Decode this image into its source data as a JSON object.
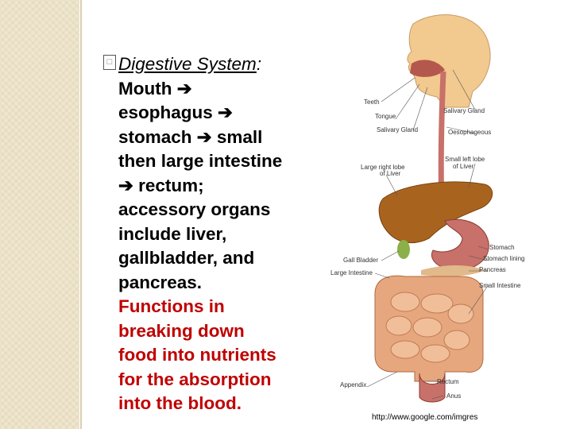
{
  "slide": {
    "bullet_glyph": "□",
    "heading": "Digestive System",
    "heading_colon": ":",
    "line1": "Mouth ",
    "line2": "esophagus ",
    "line3a": "stomach ",
    "line3b": " small",
    "line4": "then large intestine",
    "line5": " rectum;",
    "line6": "accessory organs",
    "line7": "include liver,",
    "line8": "gallbladder, and",
    "line9": "pancreas.",
    "red1": "Functions in",
    "red2": "breaking down",
    "red3": "food into nutrients",
    "red4": "for the absorption",
    "red5": "into the blood.",
    "arrow": "➔"
  },
  "figure": {
    "labels": {
      "teeth": "Teeth",
      "tongue": "Tongue",
      "salivary_gland_left": "Salivary Gland",
      "salivary_gland_right": "Salivary Gland",
      "oesophageous": "Oesophageous",
      "left_lobe_1": "Small left lobe",
      "left_lobe_2": "of Liver",
      "right_lobe_1": "Large right lobe",
      "right_lobe_2": "of Liver",
      "stomach": "Stomach",
      "stomach_lining": "Stomach lining",
      "gall_bladder": "Gall Bladder",
      "pancreas": "Pancreas",
      "large_intestine": "Large Intestine",
      "small_intestine": "Small Intestine",
      "appendix": "Appendix",
      "rectum": "Rectum",
      "anus": "Anus"
    },
    "credit": "http://www.google.com/imgres"
  },
  "colors": {
    "red_text": "#c00000",
    "skin": "#f2c98f",
    "liver": "#a8641e",
    "stomach": "#c8706a",
    "intestine": "#e6a77e"
  }
}
